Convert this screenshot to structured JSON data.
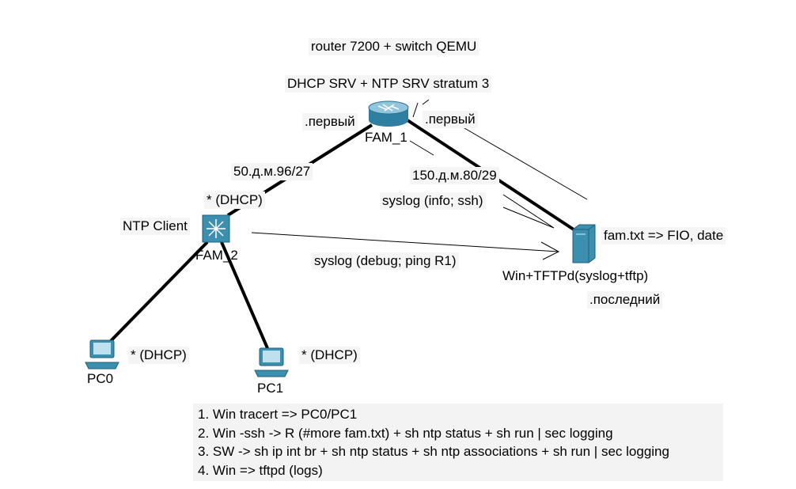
{
  "title": "router 7200 + switch QEMU",
  "router": {
    "name": "FAM_1",
    "role": "DHCP SRV + NTP SRV stratum 3",
    "left_ip": ".первый",
    "right_ip": ".первый"
  },
  "switch": {
    "name": "FAM_2",
    "role": "NTP Client",
    "ip": "* (DHCP)"
  },
  "links": {
    "router_switch_net": "50.д.м.96/27",
    "router_server_net": "150.д.м.80/29",
    "syslog_router": "syslog (info; ssh)",
    "syslog_switch": "syslog (debug; ping R1)"
  },
  "server": {
    "name": "Win+TFTPd(syslog+tftp)",
    "file": "fam.txt => FIO, date",
    "ip": ".последний"
  },
  "pcs": [
    {
      "name": "PC0",
      "ip": "* (DHCP)"
    },
    {
      "name": "PC1",
      "ip": "* (DHCP)"
    }
  ],
  "notes": [
    "1. Win tracert => PC0/PC1",
    "2. Win -ssh -> R (#more fam.txt) + sh ntp status + sh run | sec logging",
    "3. SW -> sh ip int br + sh ntp status + sh ntp associations + sh run | sec logging",
    "4. Win => tftpd (logs)"
  ],
  "colors": {
    "device_blue": "#3d8fb0",
    "device_dark": "#1f5f7a",
    "label_bg": "#f5f5f5"
  }
}
